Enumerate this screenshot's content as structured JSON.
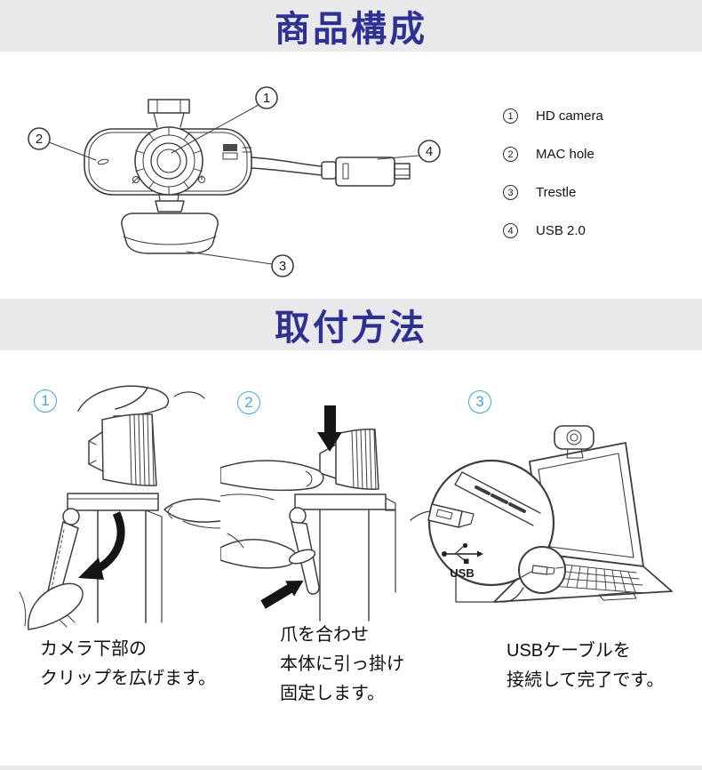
{
  "colors": {
    "banner_bg": "#e9e9eb",
    "banner_text": "#2e3192",
    "step_blue": "#45a5dc",
    "ink": "#3d3d3d",
    "text": "#1c1c1c"
  },
  "product": {
    "banner_title": "商品構成",
    "callouts": {
      "c1": "1",
      "c2": "2",
      "c3": "3",
      "c4": "4"
    },
    "legend": [
      {
        "num": "1",
        "label": "HD camera"
      },
      {
        "num": "2",
        "label": "MAC hole"
      },
      {
        "num": "3",
        "label": "Trestle"
      },
      {
        "num": "4",
        "label": "USB 2.0"
      }
    ]
  },
  "install": {
    "banner_title": "取付方法",
    "steps": [
      {
        "num": "1",
        "caption": "カメラ下部の\nクリップを広げます。"
      },
      {
        "num": "2",
        "caption": "爪を合わせ\n本体に引っ掛け\n固定します。"
      },
      {
        "num": "3",
        "caption": "USBケーブルを\n接続して完了です。"
      }
    ],
    "usb_label": "USB"
  }
}
